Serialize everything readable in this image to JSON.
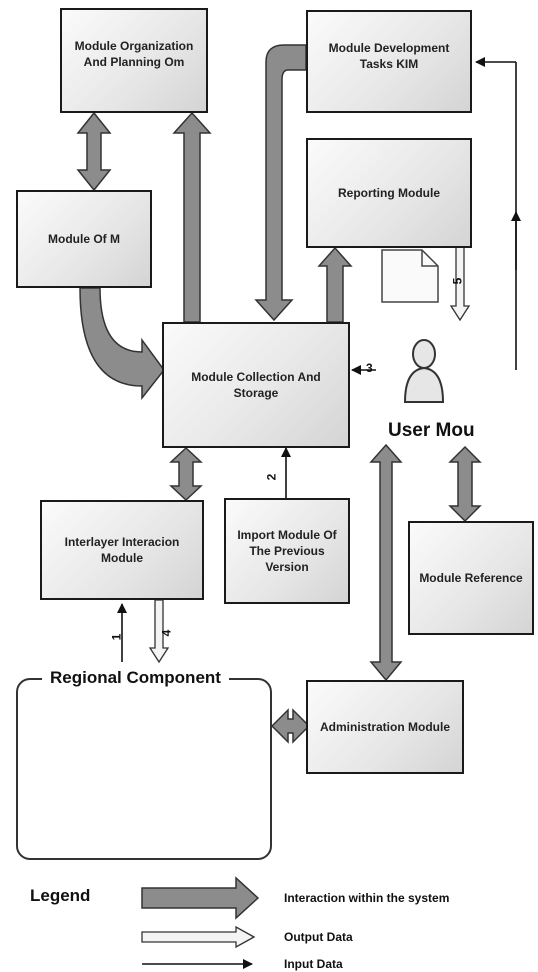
{
  "modules": {
    "organization": "Module Organization And Planning Om",
    "development": "Module Development Tasks KIM",
    "reporting": "Reporting Module",
    "of_m": "Module Of M",
    "collection": "Module Collection And Storage",
    "interlayer": "Interlayer Interacion Module",
    "import": "Import Module Of The Previous Version",
    "reference": "Module Reference",
    "administration": "Administration Module"
  },
  "user_label": "User Mou",
  "regional_label": "Regional Component",
  "arrow_numbers": {
    "n1": "1",
    "n2": "2",
    "n3": "3",
    "n4": "4",
    "n5": "5"
  },
  "legend": {
    "title": "Legend",
    "interaction": "Interaction within the system",
    "output": "Output Data",
    "input": "Input Data"
  },
  "colors": {
    "arrow_fill": "#8c8c8c",
    "arrow_stroke": "#333333",
    "box_border": "#1a1a1a"
  }
}
